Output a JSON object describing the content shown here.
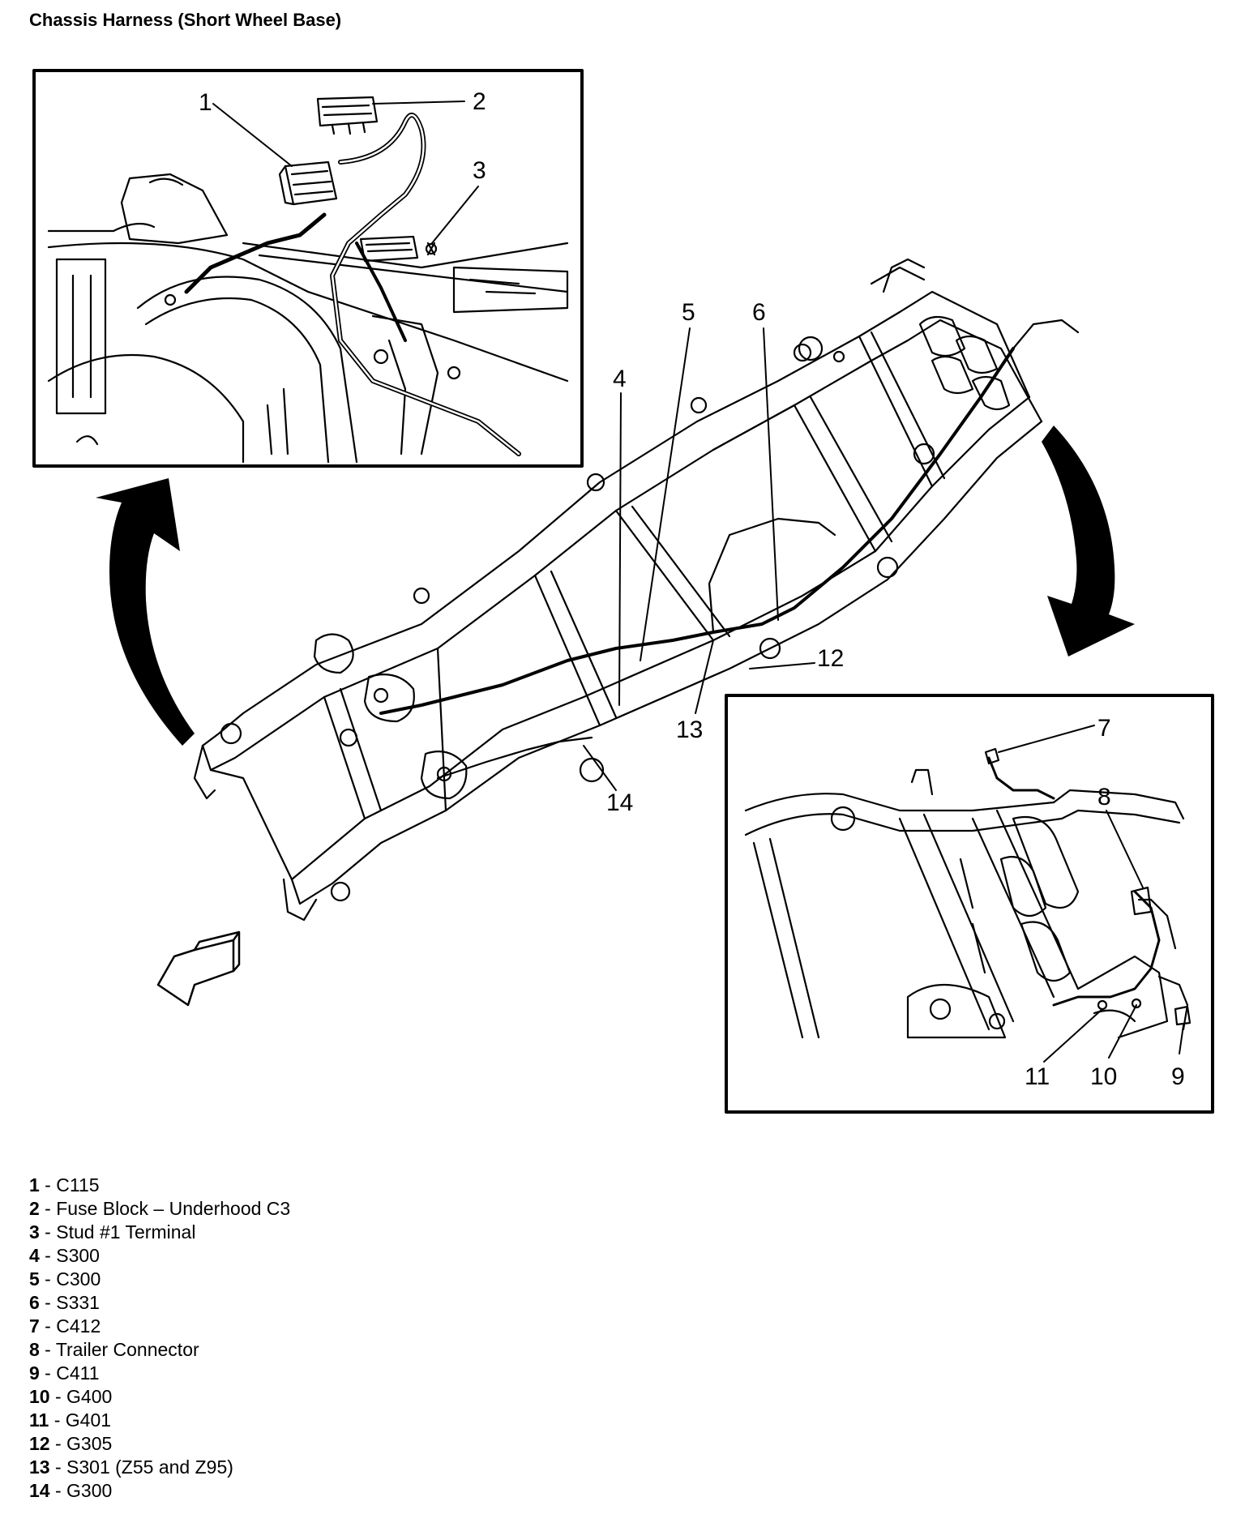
{
  "title": "Chassis Harness (Short Wheel Base)",
  "callouts": [
    {
      "id": "c1",
      "label": "1"
    },
    {
      "id": "c2",
      "label": "2"
    },
    {
      "id": "c3",
      "label": "3"
    },
    {
      "id": "c4",
      "label": "4"
    },
    {
      "id": "c5",
      "label": "5"
    },
    {
      "id": "c6",
      "label": "6"
    },
    {
      "id": "c7",
      "label": "7"
    },
    {
      "id": "c8",
      "label": "8"
    },
    {
      "id": "c9",
      "label": "9"
    },
    {
      "id": "c10",
      "label": "10"
    },
    {
      "id": "c11",
      "label": "11"
    },
    {
      "id": "c12",
      "label": "12"
    },
    {
      "id": "c13",
      "label": "13"
    },
    {
      "id": "c14",
      "label": "14"
    }
  ],
  "legend": [
    {
      "num": "1",
      "text": "C115"
    },
    {
      "num": "2",
      "text": "Fuse Block – Underhood C3"
    },
    {
      "num": "3",
      "text": "Stud #1 Terminal"
    },
    {
      "num": "4",
      "text": "S300"
    },
    {
      "num": "5",
      "text": "C300"
    },
    {
      "num": "6",
      "text": "S331"
    },
    {
      "num": "7",
      "text": "C412"
    },
    {
      "num": "8",
      "text": "Trailer Connector"
    },
    {
      "num": "9",
      "text": "C411"
    },
    {
      "num": "10",
      "text": "G400"
    },
    {
      "num": "11",
      "text": "G401"
    },
    {
      "num": "12",
      "text": "G305"
    },
    {
      "num": "13",
      "text": "S301 (Z55 and Z95)"
    },
    {
      "num": "14",
      "text": "G300"
    }
  ],
  "legend_separator": " - "
}
